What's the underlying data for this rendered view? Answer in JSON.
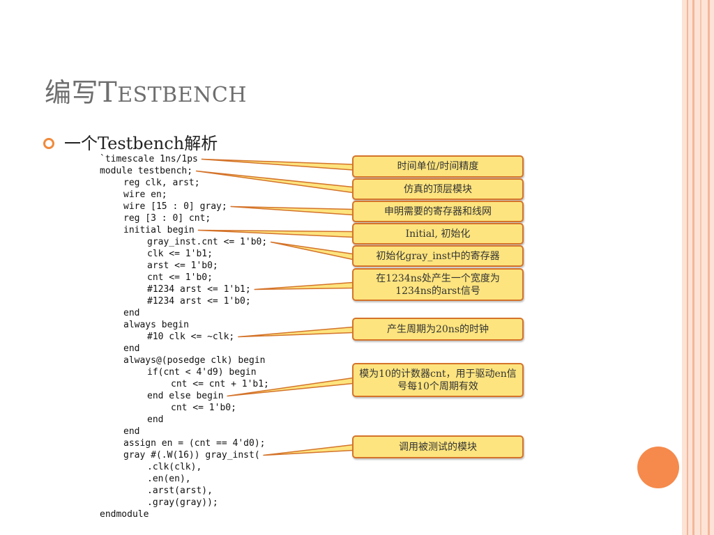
{
  "slide": {
    "title_cjk": "编写",
    "title_initial": "T",
    "title_rest": "ESTBENCH",
    "bullet": "一个Testbench解析"
  },
  "code_lines": [
    {
      "text": "`timescale 1ns/1ps",
      "indent": 0
    },
    {
      "text": "module testbench;",
      "indent": 0
    },
    {
      "text": "reg clk, arst;",
      "indent": 1
    },
    {
      "text": "wire en;",
      "indent": 1
    },
    {
      "text": "wire [15 : 0] gray;",
      "indent": 1
    },
    {
      "text": "reg [3 : 0] cnt;",
      "indent": 1
    },
    {
      "text": "initial begin",
      "indent": 1
    },
    {
      "text": "gray_inst.cnt <= 1'b0;",
      "indent": 2
    },
    {
      "text": "clk <= 1'b1;",
      "indent": 2
    },
    {
      "text": "arst <= 1'b0;",
      "indent": 2
    },
    {
      "text": "cnt <= 1'b0;",
      "indent": 2
    },
    {
      "text": "#1234 arst <= 1'b1;",
      "indent": 2
    },
    {
      "text": "#1234 arst <= 1'b0;",
      "indent": 2
    },
    {
      "text": "end",
      "indent": 1
    },
    {
      "text": "always begin",
      "indent": 1
    },
    {
      "text": "#10 clk <= ~clk;",
      "indent": 2
    },
    {
      "text": "end",
      "indent": 1
    },
    {
      "text": "always@(posedge clk) begin",
      "indent": 1
    },
    {
      "text": "if(cnt < 4'd9) begin",
      "indent": 2
    },
    {
      "text": "cnt <= cnt + 1'b1;",
      "indent": 3
    },
    {
      "text": "end else begin",
      "indent": 2
    },
    {
      "text": "cnt <= 1'b0;",
      "indent": 3
    },
    {
      "text": "end",
      "indent": 2
    },
    {
      "text": "end",
      "indent": 1
    },
    {
      "text": "assign en = (cnt == 4'd0);",
      "indent": 1
    },
    {
      "text": "gray #(.W(16)) gray_inst(",
      "indent": 1
    },
    {
      "text": ".clk(clk),",
      "indent": 2
    },
    {
      "text": ".en(en),",
      "indent": 2
    },
    {
      "text": ".arst(arst),",
      "indent": 2
    },
    {
      "text": ".gray(gray));",
      "indent": 2
    },
    {
      "text": "endmodule",
      "indent": 0
    }
  ],
  "callouts": [
    {
      "text": "时间单位/时间精度",
      "line": 0
    },
    {
      "text": "仿真的顶层模块",
      "line": 1
    },
    {
      "text": "申明需要的寄存器和线网",
      "line": 4
    },
    {
      "text": "Initial, 初始化",
      "line": 6
    },
    {
      "text": "初始化gray_inst中的寄存器",
      "line": 7
    },
    {
      "text": "在1234ns处产生一个宽度为1234ns的arst信号",
      "line": 11
    },
    {
      "text": "产生周期为20ns的时钟",
      "line": 15
    },
    {
      "text": "模为10的计数器cnt，用于驱动en信号每10个周期有效",
      "line": 20
    },
    {
      "text": "调用被测试的模块",
      "line": 25
    }
  ],
  "colors": {
    "accent": "#f08a3c",
    "callout_fill": "#fde47e",
    "callout_border": "#d4732a",
    "title": "#6e6e6e",
    "circle": "#f58a4c"
  }
}
